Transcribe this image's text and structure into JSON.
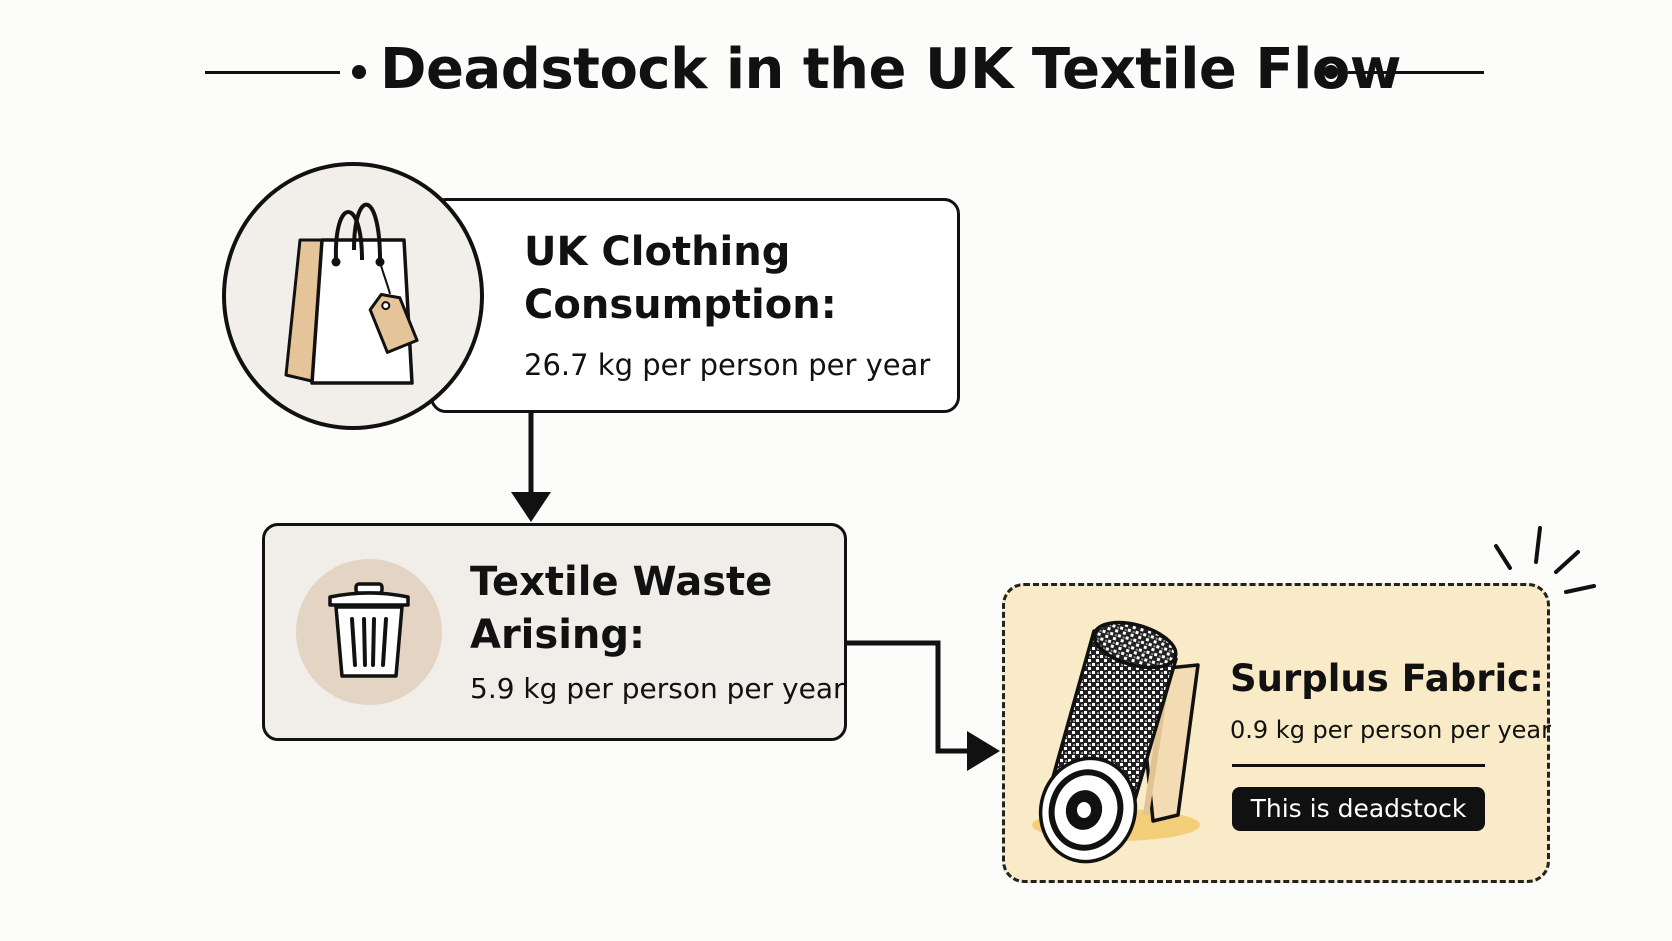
{
  "title": "Deadstock in the UK Textile Flow",
  "nodes": {
    "consumption": {
      "heading": "UK Clothing Consumption:",
      "value": "26.7 kg per person per year",
      "icon": "shopping-bag-icon"
    },
    "waste": {
      "heading": "Textile Waste Arising:",
      "value": "5.9 kg per person per year",
      "icon": "trash-can-icon"
    },
    "surplus": {
      "heading": "Surplus Fabric:",
      "value": "0.9 kg per person per year",
      "badge": "This is deadstock",
      "icon": "fabric-roll-icon"
    }
  },
  "edges": [
    {
      "from": "consumption",
      "to": "waste"
    },
    {
      "from": "waste",
      "to": "surplus"
    }
  ],
  "colors": {
    "ink": "#111111",
    "waste_box": "#f1eeea",
    "surplus_box": "#f9ebc8",
    "bag_tan": "#e6c49a",
    "trash_circle": "#e3d4c3",
    "roll_shadow": "#f2cf78"
  }
}
